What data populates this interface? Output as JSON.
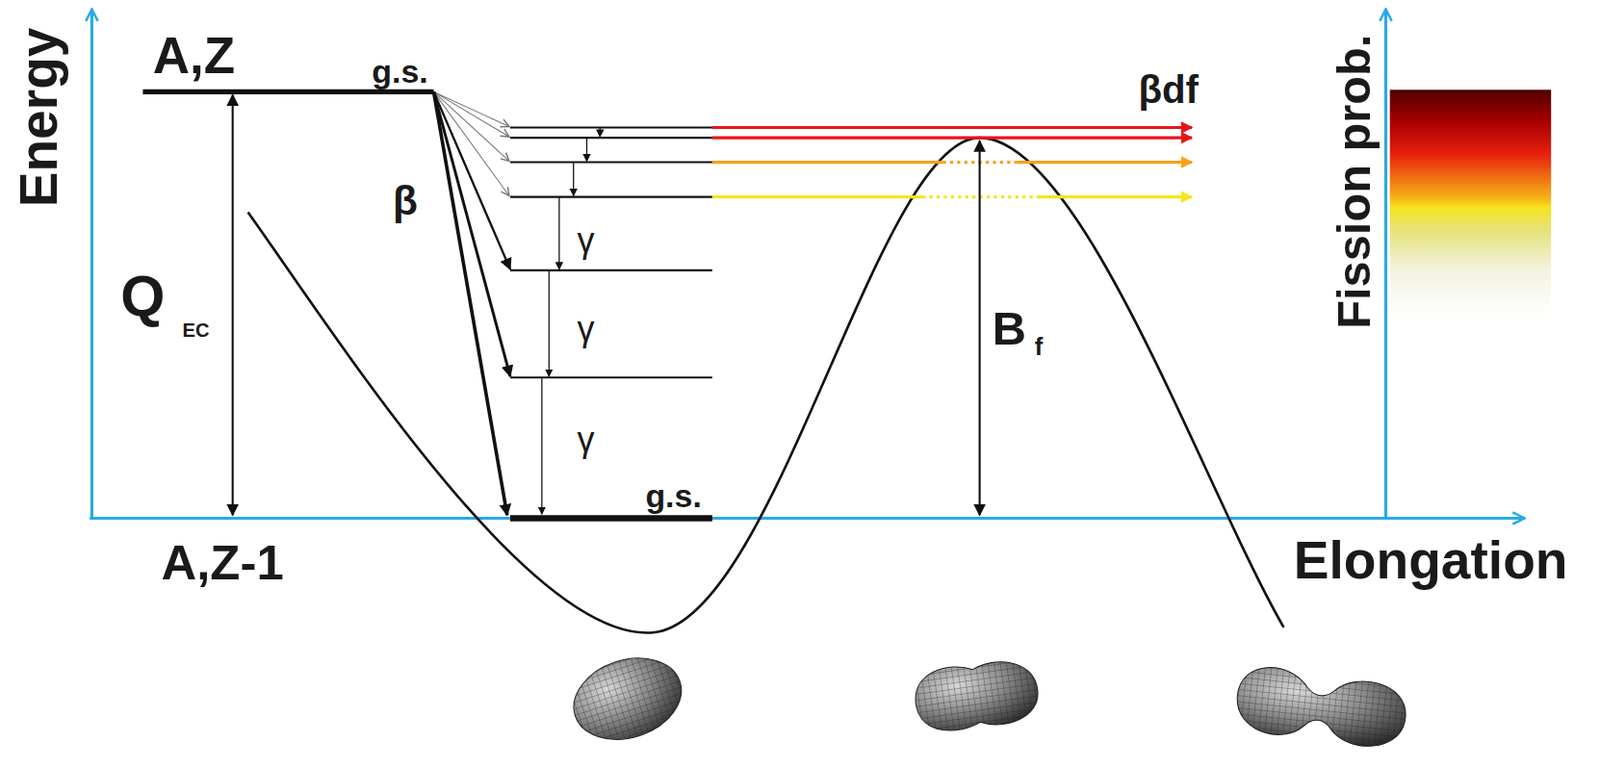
{
  "diagram": {
    "labels": [
      "Energy",
      "A,Z",
      "g.s.",
      "Q",
      "EC",
      "β",
      "A,Z-1",
      "g.s.",
      "γ",
      "γ",
      "γ",
      "βdf",
      "B",
      "f",
      "Elongation",
      "Fission prob."
    ]
  }
}
